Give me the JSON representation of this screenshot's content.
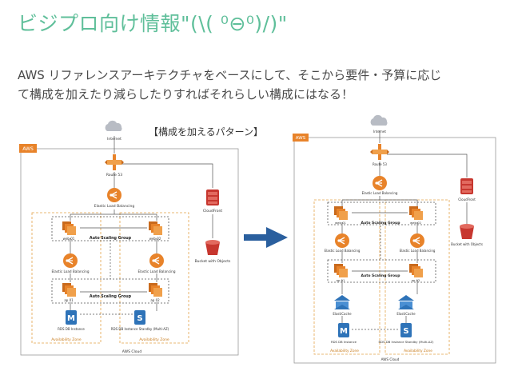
{
  "title": "ビジプロ向け情報\"(\\( ⁰⊖⁰)/)\"",
  "description_line1": "AWS リファレンスアーキテクチャをベースにして、そこから要件・予算に応じ",
  "description_line2": "て構成を加えたり減らしたりすればそれらしい構成にはなる！",
  "pattern_label": "【構成を加えるパターン】",
  "colors": {
    "title": "#5fbf9a",
    "aws_orange": "#e8832a",
    "aws_red": "#c7372f",
    "aws_blue": "#2e73b8",
    "zone_dash": "#e3a24a",
    "arrow": "#2a5f9e"
  },
  "left_diagram": {
    "aws_badge": "AWS",
    "internet": "Internet",
    "route53": "Route 53",
    "elb_top": "Elastic Load Balancing",
    "cloudfront": "CloudFront",
    "bucket": "Bucket with Objects",
    "web_a": "web 01",
    "web_b": "web 02",
    "asg1": "Auto Scaling Group",
    "elb_a": "Elastic Load Balancing",
    "elb_b": "Elastic Load Balancing",
    "ap_a": "ap 01",
    "ap_b": "ap 02",
    "asg2": "Auto Scaling Group",
    "rds_a": "RDS DB Instance",
    "rds_b": "RDS DB Instance Standby (Multi-AZ)",
    "zone_a": "Availability Zone",
    "zone_b": "Availability Zone",
    "cloud": "AWS Cloud"
  },
  "right_diagram": {
    "aws_badge": "AWS",
    "internet": "Internet",
    "route53": "Route 53",
    "elb_top": "Elastic Load Balancing",
    "cloudfront": "CloudFront",
    "bucket": "Bucket with Objects",
    "web_a": "web 01",
    "web_b": "web 02",
    "asg1": "Auto Scaling Group",
    "elb_a": "Elastic Load Balancing",
    "elb_b": "Elastic Load Balancing",
    "ap_a": "ap 01",
    "ap_b": "ap 02",
    "asg2": "Auto Scaling Group",
    "cache_a": "ElastiCache",
    "cache_b": "ElastiCache",
    "rds_a": "RDS DB Instance",
    "rds_b": "RDS DB Instance Standby (Multi-AZ)",
    "zone_a": "Availability Zone",
    "zone_b": "Availability Zone",
    "cloud": "AWS Cloud"
  }
}
